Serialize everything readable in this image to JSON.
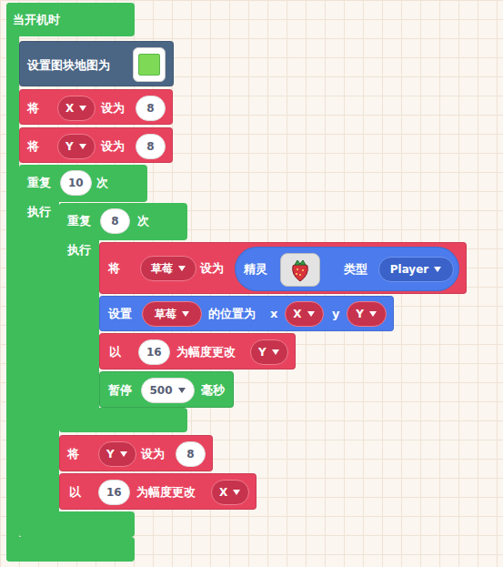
{
  "diagram": {
    "nodes": [
      {
        "text": [
          "当开机时"
        ]
      },
      {
        "text": [
          "设置图块地图为"
        ],
        "in": 0
      },
      {
        "text": [
          "将",
          "设为"
        ],
        "in": 0
      },
      {
        "text": [
          "X"
        ],
        "in": 2
      },
      {
        "text": [
          "8"
        ],
        "in": 2
      },
      {
        "text": [
          "将",
          "设为"
        ],
        "in": 0
      },
      {
        "text": [
          "Y"
        ],
        "in": 5
      },
      {
        "text": [
          "8"
        ],
        "in": 5
      },
      {
        "text": [
          "重复",
          "次",
          "执行"
        ],
        "in": 0
      },
      {
        "text": [
          "10"
        ],
        "in": 8
      },
      {
        "text": [
          "重复",
          "次",
          "执行"
        ],
        "in": 8
      },
      {
        "text": [
          "8"
        ],
        "in": 10
      },
      {
        "text": [
          "将",
          "设为"
        ],
        "in": 10
      },
      {
        "text": [
          "草莓"
        ],
        "in": 12
      },
      {
        "text": [
          "精灵",
          "类型"
        ],
        "in": 12
      },
      {
        "text": [
          "Player"
        ],
        "in": 14
      },
      {
        "text": [
          "设置",
          "的位置为",
          "x",
          "y"
        ],
        "in": 10
      },
      {
        "text": [
          "草莓"
        ],
        "in": 16
      },
      {
        "text": [
          "X"
        ],
        "in": 16
      },
      {
        "text": [
          "Y"
        ],
        "in": 16
      },
      {
        "text": [
          "以",
          "为幅度更改"
        ],
        "in": 10
      },
      {
        "text": [
          "16"
        ],
        "in": 20
      },
      {
        "text": [
          "Y"
        ],
        "in": 20
      },
      {
        "text": [
          "暂停",
          "毫秒"
        ],
        "in": 10
      },
      {
        "text": [
          "500"
        ],
        "in": 23
      },
      {
        "text": [
          "将",
          "设为"
        ],
        "in": 8
      },
      {
        "text": [
          "Y"
        ],
        "in": 25
      },
      {
        "text": [
          "8"
        ],
        "in": 25
      },
      {
        "text": [
          "以",
          "为幅度更改"
        ],
        "in": 8
      },
      {
        "text": [
          "16"
        ],
        "in": 28
      },
      {
        "text": [
          "X"
        ],
        "in": 28
      }
    ]
  }
}
